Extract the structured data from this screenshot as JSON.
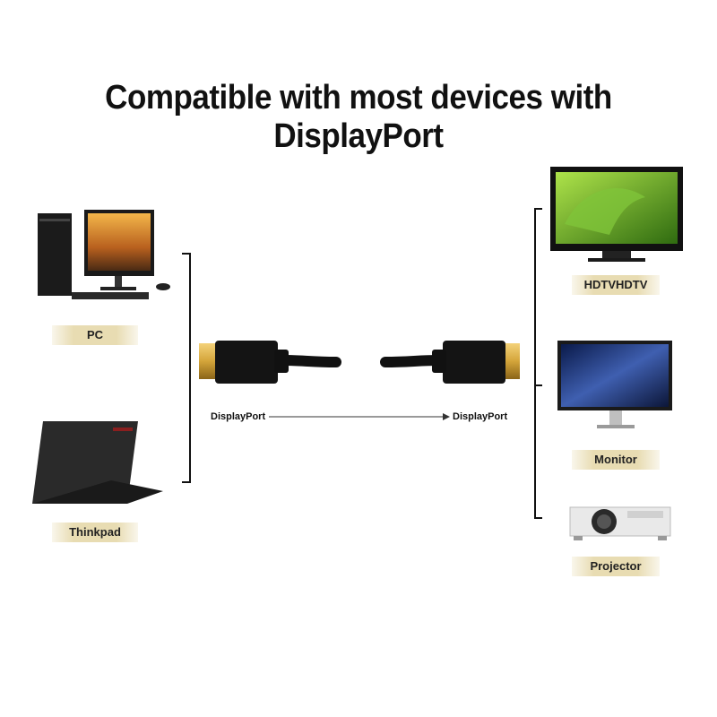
{
  "title": "Compatible with most devices with DisplayPort",
  "left_devices": [
    {
      "label": "PC",
      "icon": "desktop-pc-icon"
    },
    {
      "label": "Thinkpad",
      "icon": "laptop-icon"
    }
  ],
  "right_devices": [
    {
      "label": "HDTVHDTV",
      "icon": "hdtv-icon"
    },
    {
      "label": "Monitor",
      "icon": "monitor-icon"
    },
    {
      "label": "Projector",
      "icon": "projector-icon"
    }
  ],
  "cable": {
    "left_end": "DisplayPort",
    "right_end": "DisplayPort"
  },
  "colors": {
    "label_bg": "#e8dcb2",
    "connector_gold": "#d4a53a",
    "cable_black": "#111111"
  }
}
